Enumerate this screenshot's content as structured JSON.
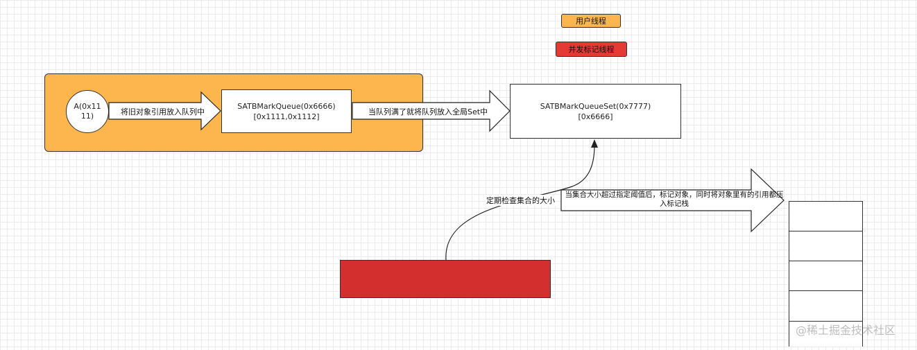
{
  "legend": {
    "user_thread": {
      "label": "用户线程",
      "color": "#fdb54e"
    },
    "marking_thread": {
      "label": "并发标记线程",
      "color": "#e53935"
    }
  },
  "nodes": {
    "object_a": {
      "line1": "A(0x11",
      "line2": "11)"
    },
    "queue": {
      "line1": "SATBMarkQueue(0x6666)",
      "line2": "[0x1111,0x1112]"
    },
    "queue_set": {
      "line1": "SATBMarkQueueSet(0x7777)",
      "line2": "[0x6666]"
    }
  },
  "edges": {
    "put_old_ref": "将旧对象引用放入队列中",
    "queue_full": "当队列满了就将队列放入全局Set中",
    "periodic_check": "定期检查集合的大小",
    "push_mark_stack": "当集合大小超过指定阈值后，标记对象，同时将对象里有的引用都压入标记栈"
  },
  "colors": {
    "user_region": "#fdb54e",
    "marking_block": "#d32f2f"
  },
  "watermark": "@稀土掘金技术社区"
}
